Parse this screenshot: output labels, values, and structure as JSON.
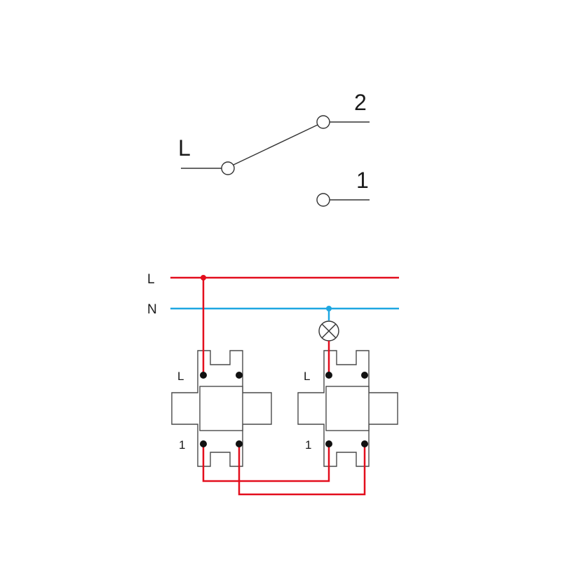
{
  "symbol": {
    "label_L": "L",
    "label_2": "2",
    "label_1": "1"
  },
  "wiring": {
    "line_label": "L",
    "neutral_label": "N",
    "switch_left": {
      "label_L": "L",
      "label_1": "1"
    },
    "switch_right": {
      "label_L": "L",
      "label_1": "1"
    }
  },
  "colors": {
    "live": "#e30d1c",
    "neutral": "#1ea7e1",
    "outline": "#4a4a4a",
    "terminal": "#111111"
  },
  "icons": {
    "lamp": "lamp-icon"
  }
}
